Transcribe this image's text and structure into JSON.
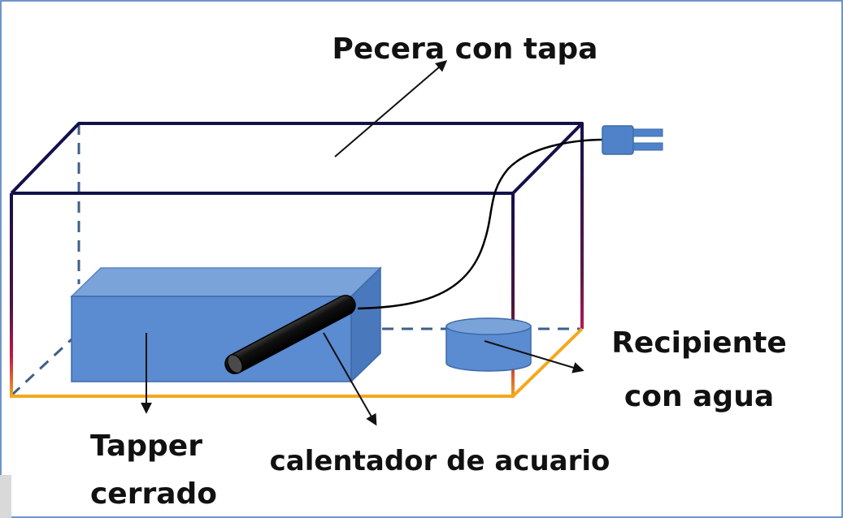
{
  "diagram": {
    "labels": {
      "tank": "Pecera con tapa",
      "container_line1": "Recipiente",
      "container_line2": "con agua",
      "tapper_line1": "Tapper",
      "tapper_line2": "cerrado",
      "heater": "calentador de acuario"
    },
    "colors": {
      "frame_border": "#3f72b8",
      "tank_top_edge": "#14104a",
      "tank_bottom_edge": "#f5a81c",
      "hidden_edge": "#3d5f8a",
      "box_front": "#5b8bd0",
      "box_top": "#7aa3da",
      "box_side": "#4a78bd",
      "box_stroke": "#3c6aa8",
      "heater": "#0d0d0d",
      "cable": "#000000",
      "plug": "#4f82c9",
      "pointer": "#111111"
    }
  }
}
